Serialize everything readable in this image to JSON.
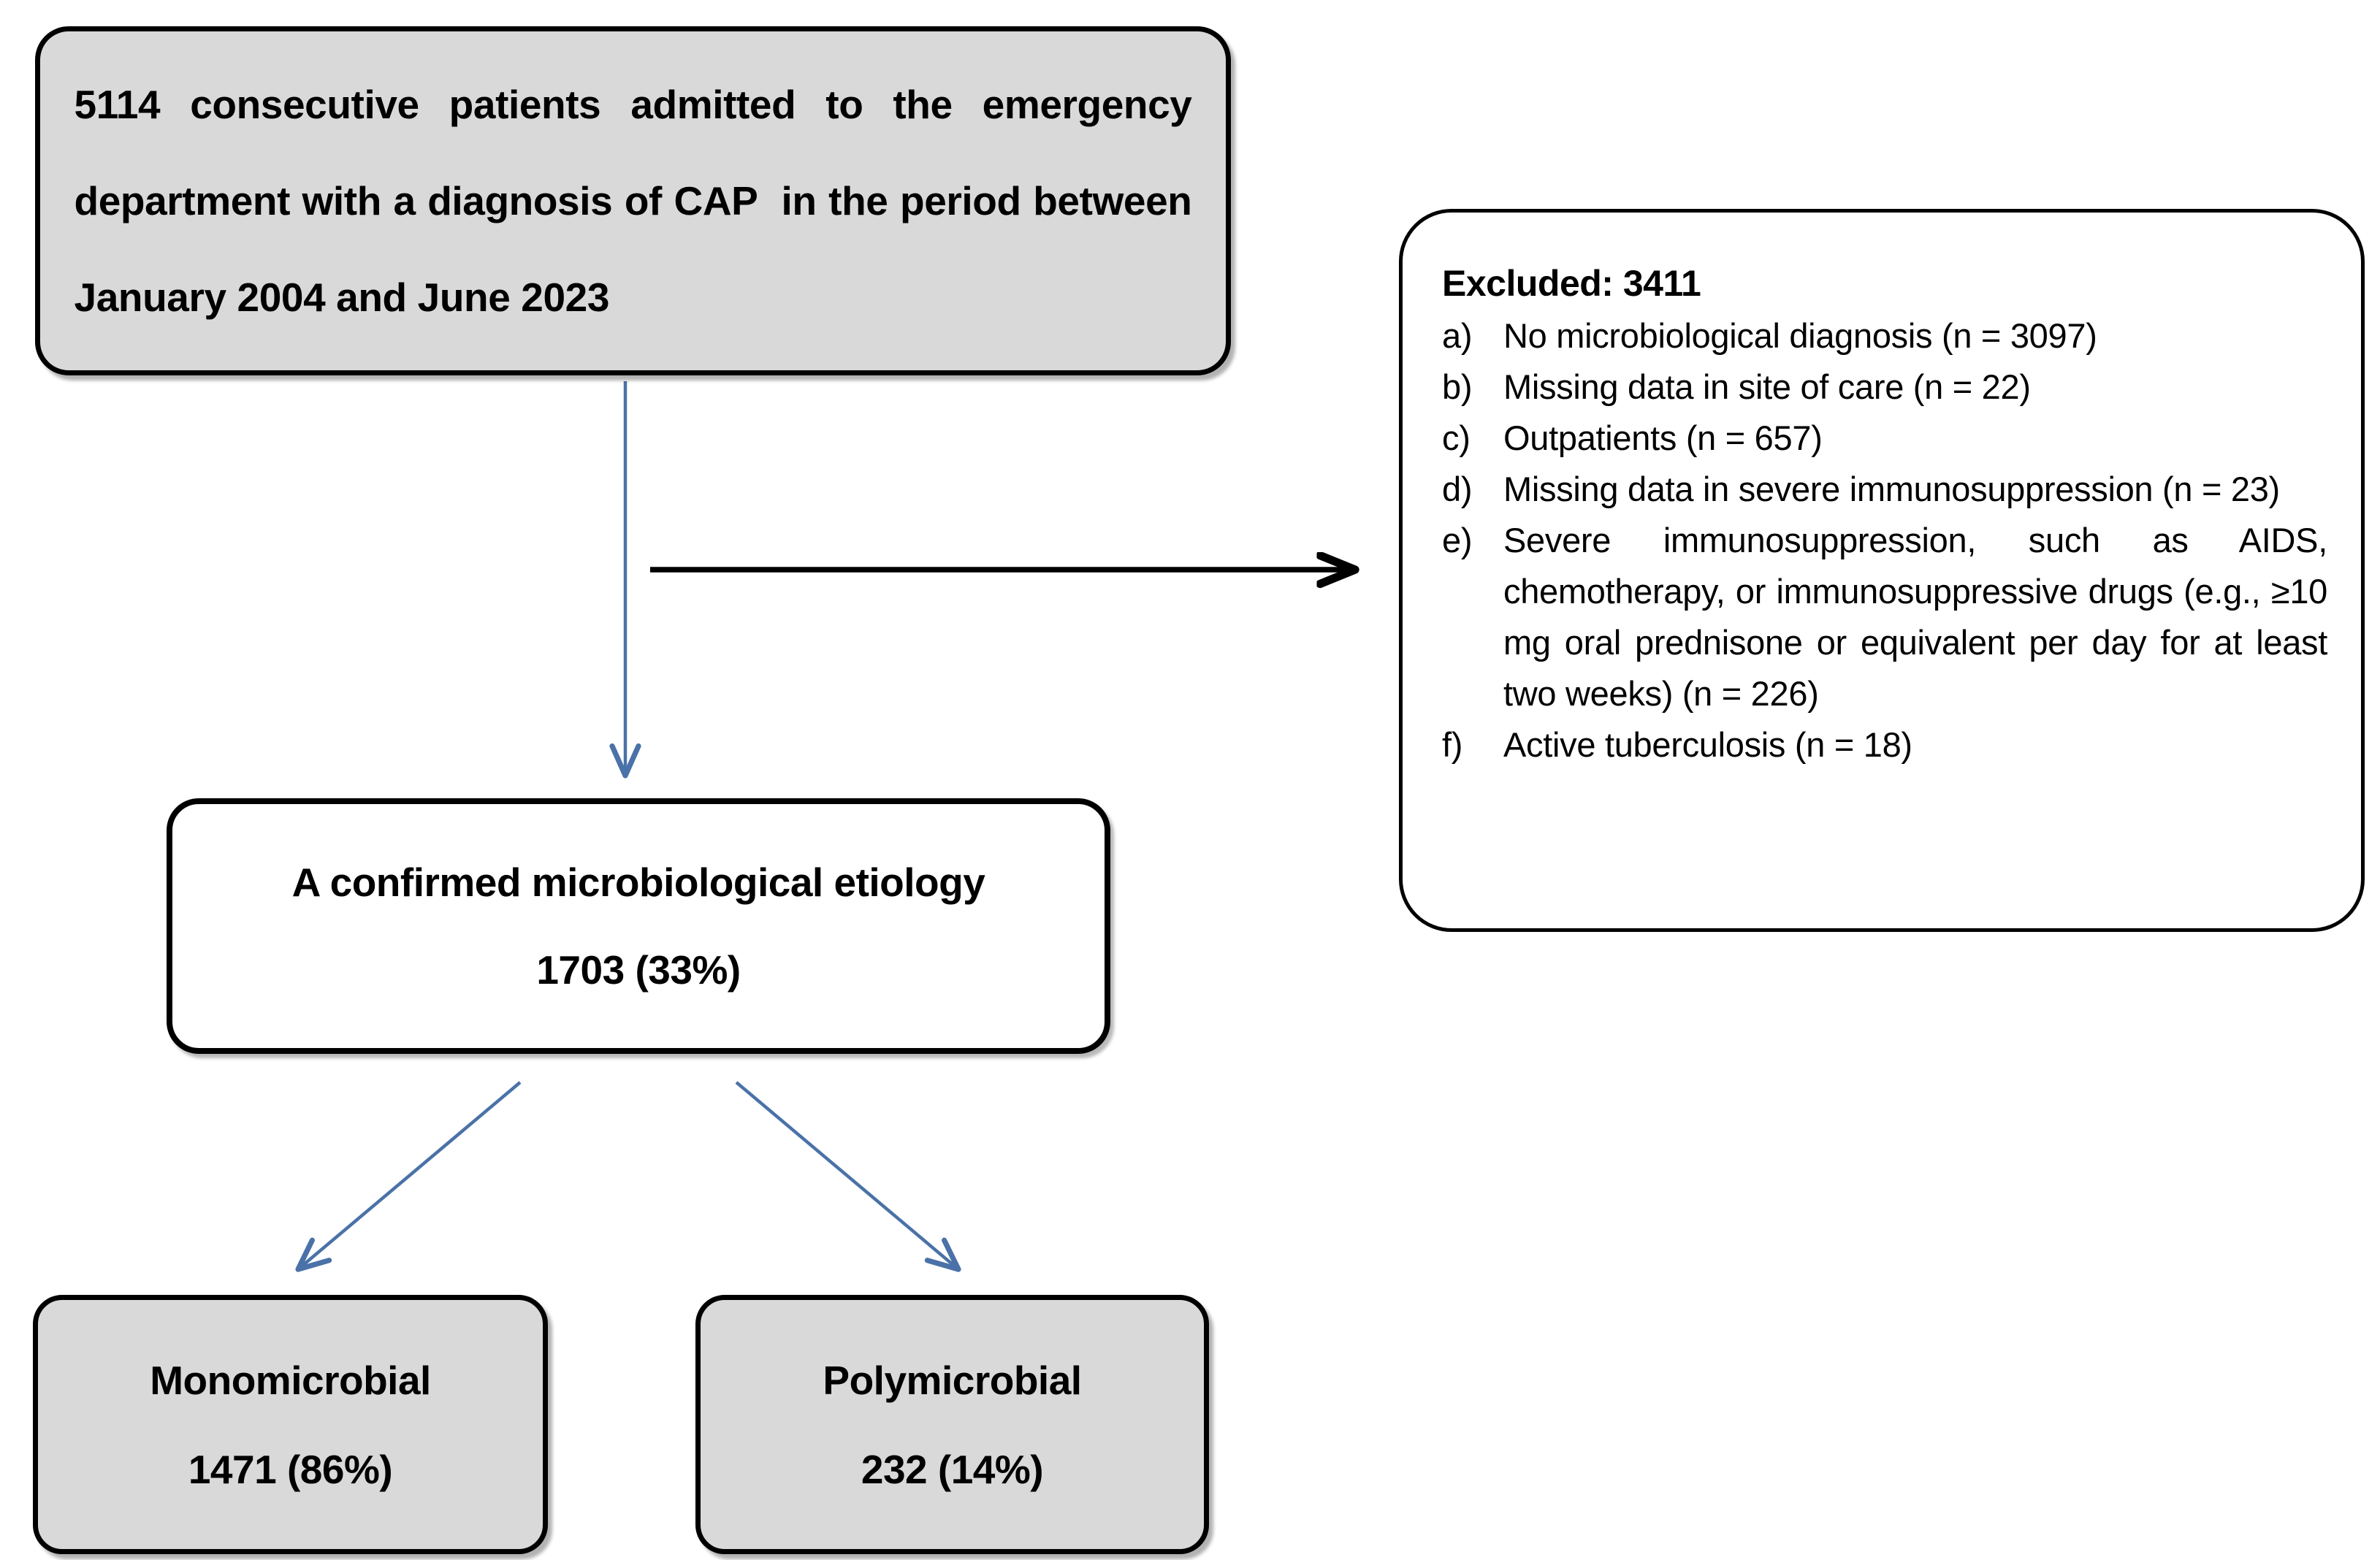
{
  "diagram": {
    "type": "patient-flow-diagram",
    "colors": {
      "box_fill_grey": "#d9d9d9",
      "box_fill_white": "#ffffff",
      "border": "#000000",
      "arrow_blue": "#4a72a8",
      "arrow_black": "#000000",
      "text": "#000000"
    }
  },
  "cohort_box": {
    "text": "5114 consecutive patients admitted to the emergency department with a diagnosis of CAP  in the period between January 2004 and June 2023",
    "total_patients": "5114",
    "period_start": "January 2004",
    "period_end": "June 2023",
    "condition": "CAP"
  },
  "excluded_box": {
    "title": "Excluded: 3411",
    "total_excluded": "3411",
    "items": [
      {
        "marker": "a)",
        "text": "No microbiological diagnosis (n = 3097)",
        "n": "3097",
        "justify": false
      },
      {
        "marker": "b)",
        "text": "Missing data in site of care (n = 22)",
        "n": "22",
        "justify": false
      },
      {
        "marker": "c)",
        "text": "Outpatients (n = 657)",
        "n": "657",
        "justify": false
      },
      {
        "marker": "d)",
        "text": "Missing data in severe immunosuppression (n = 23)",
        "n": "23",
        "justify": false
      },
      {
        "marker": "e)",
        "text": "Severe immunosuppression, such as AIDS, chemotherapy, or immunosuppressive drugs (e.g., ≥10 mg oral prednisone or equivalent per day for at least two weeks) (n = 226)",
        "n": "226",
        "justify": true
      },
      {
        "marker": "f)",
        "text": "Active tuberculosis (n = 18)",
        "n": "18",
        "justify": false
      }
    ]
  },
  "etiology_box": {
    "title": "A confirmed microbiological etiology",
    "count": "1703 (33%)",
    "n": "1703",
    "percent": "33%"
  },
  "monomicrobial_box": {
    "title": "Monomicrobial",
    "count": "1471 (86%)",
    "n": "1471",
    "percent": "86%"
  },
  "polymicrobial_box": {
    "title": "Polymicrobial",
    "count": "232 (14%)",
    "n": "232",
    "percent": "14%"
  },
  "connectors": [
    {
      "name": "cohort-to-etiology",
      "style": "thin-blue-down-arrow"
    },
    {
      "name": "cohort-to-excluded",
      "style": "thick-black-right-arrow"
    },
    {
      "name": "etiology-to-monomicrobial",
      "style": "thin-blue-diagonal-arrow"
    },
    {
      "name": "etiology-to-polymicrobial",
      "style": "thin-blue-diagonal-arrow"
    }
  ]
}
